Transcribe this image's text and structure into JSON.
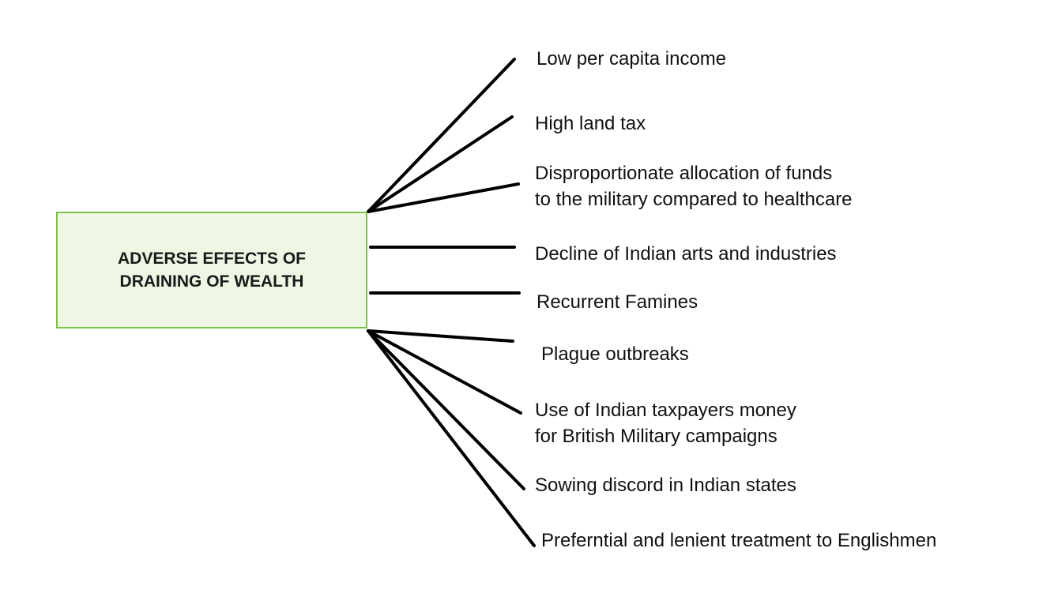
{
  "central": {
    "title": "ADVERSE EFFECTS OF DRAINING OF WEALTH"
  },
  "effects": [
    "Low per capita income",
    "High land tax",
    "Disproportionate allocation of funds\nto the military compared to healthcare",
    "Decline of Indian arts and industries",
    "Recurrent Famines",
    "Plague outbreaks",
    "Use of Indian taxpayers money\nfor British Military campaigns",
    "Sowing discord in Indian states",
    "Preferntial and lenient treatment to Englishmen"
  ],
  "colors": {
    "box_border": "#7cc24a",
    "box_fill": "#eef6e4",
    "line": "#000000"
  }
}
